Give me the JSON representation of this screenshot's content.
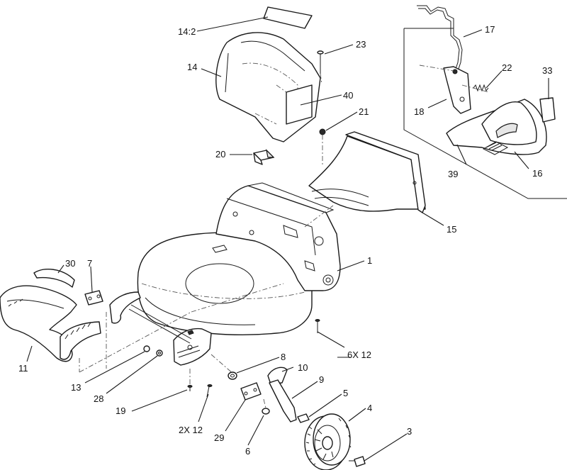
{
  "callouts": [
    {
      "id": "c-14-2",
      "text": "14:2"
    },
    {
      "id": "c-23",
      "text": "23"
    },
    {
      "id": "c-17",
      "text": "17"
    },
    {
      "id": "c-14",
      "text": "14"
    },
    {
      "id": "c-22",
      "text": "22"
    },
    {
      "id": "c-33",
      "text": "33"
    },
    {
      "id": "c-40",
      "text": "40"
    },
    {
      "id": "c-18",
      "text": "18"
    },
    {
      "id": "c-21",
      "text": "21"
    },
    {
      "id": "c-20",
      "text": "20"
    },
    {
      "id": "c-39",
      "text": "39"
    },
    {
      "id": "c-16",
      "text": "16"
    },
    {
      "id": "c-15",
      "text": "15"
    },
    {
      "id": "c-30",
      "text": "30"
    },
    {
      "id": "c-7",
      "text": "7"
    },
    {
      "id": "c-1",
      "text": "1"
    },
    {
      "id": "c-6x12",
      "text": "6X 12"
    },
    {
      "id": "c-11",
      "text": "11"
    },
    {
      "id": "c-8",
      "text": "8"
    },
    {
      "id": "c-10",
      "text": "10"
    },
    {
      "id": "c-13",
      "text": "13"
    },
    {
      "id": "c-9",
      "text": "9"
    },
    {
      "id": "c-28",
      "text": "28"
    },
    {
      "id": "c-5",
      "text": "5"
    },
    {
      "id": "c-4",
      "text": "4"
    },
    {
      "id": "c-19",
      "text": "19"
    },
    {
      "id": "c-2x12",
      "text": "2X 12"
    },
    {
      "id": "c-29",
      "text": "29"
    },
    {
      "id": "c-6",
      "text": "6"
    },
    {
      "id": "c-3",
      "text": "3"
    }
  ]
}
